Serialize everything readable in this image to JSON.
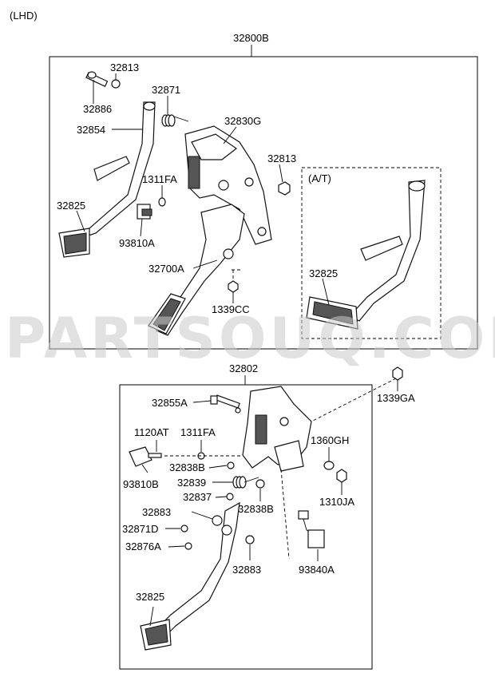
{
  "header": {
    "variant": "(LHD)"
  },
  "watermark": "PARTSOUQ.COM",
  "groups": [
    {
      "code": "32800B",
      "at_label": "(A/T)",
      "labels": [
        "32813",
        "32886",
        "32871",
        "32854",
        "32830G",
        "32813",
        "1311FA",
        "32825",
        "93810A",
        "32700A",
        "1339CC",
        "32825"
      ]
    },
    {
      "code": "32802",
      "labels": [
        "32855A",
        "1339GA",
        "1120AT",
        "1311FA",
        "1360GH",
        "93810B",
        "32838B",
        "32839",
        "1310JA",
        "32837",
        "32838B",
        "32883",
        "32871D",
        "32876A",
        "93840A",
        "32883",
        "32825"
      ]
    }
  ]
}
